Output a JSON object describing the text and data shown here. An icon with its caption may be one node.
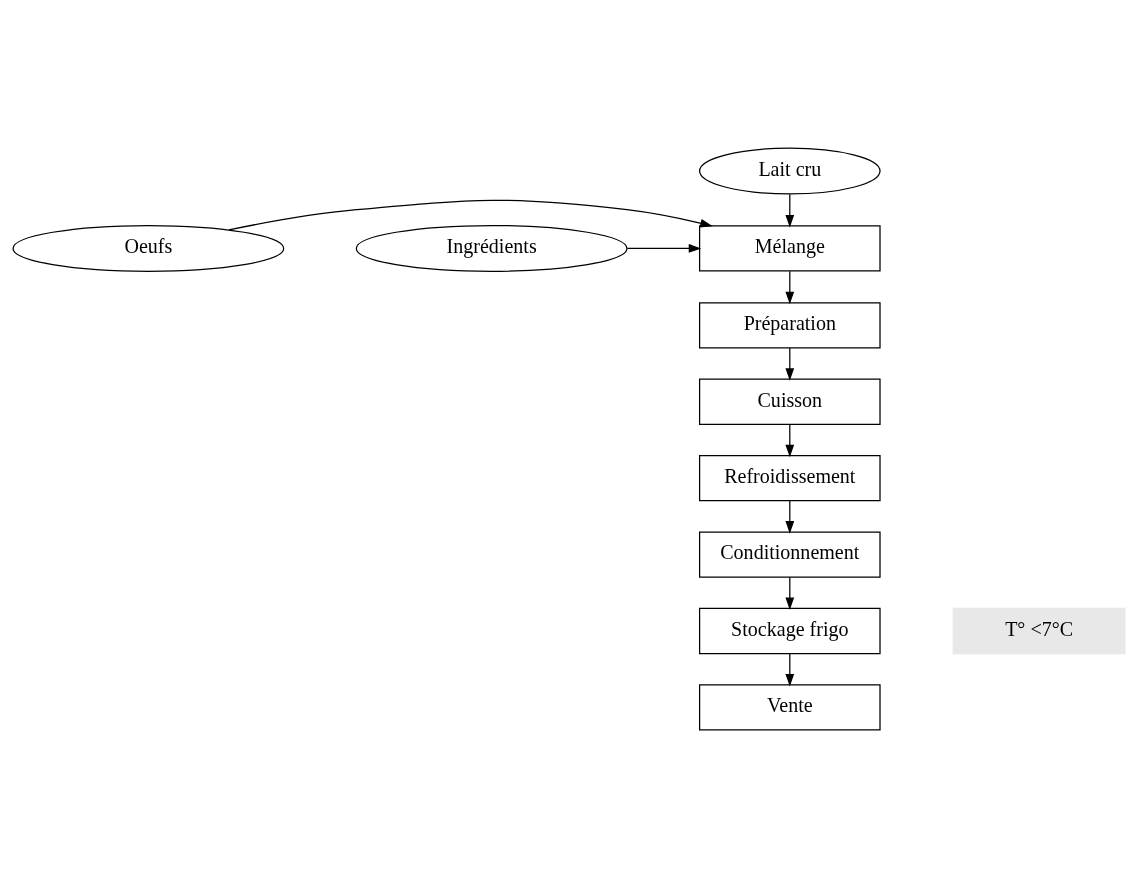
{
  "diagram": {
    "nodes": [
      {
        "text": [
          "Lait cru"
        ]
      },
      {
        "text": [
          "Oeufs"
        ]
      },
      {
        "text": [
          "Mélange"
        ]
      },
      {
        "text": [
          "Ingrédients"
        ]
      },
      {
        "text": [
          "Préparation"
        ]
      },
      {
        "text": [
          "Cuisson"
        ]
      },
      {
        "text": [
          "Refroidissement"
        ]
      },
      {
        "text": [
          "Conditionnement"
        ]
      },
      {
        "text": [
          "Stockage frigo"
        ]
      },
      {
        "text": [
          "T° <7°C"
        ]
      },
      {
        "text": [
          "Vente"
        ]
      }
    ],
    "edges": [
      {
        "from": 0,
        "to": 2,
        "arrow": "to"
      },
      {
        "from": 1,
        "to": 2,
        "arrow": "to"
      },
      {
        "from": 3,
        "to": 2,
        "arrow": "to"
      },
      {
        "from": 2,
        "to": 4,
        "arrow": "to"
      },
      {
        "from": 4,
        "to": 5,
        "arrow": "to"
      },
      {
        "from": 5,
        "to": 6,
        "arrow": "to"
      },
      {
        "from": 6,
        "to": 7,
        "arrow": "to"
      },
      {
        "from": 7,
        "to": 8,
        "arrow": "to"
      },
      {
        "from": 8,
        "to": 10,
        "arrow": "to"
      }
    ]
  }
}
